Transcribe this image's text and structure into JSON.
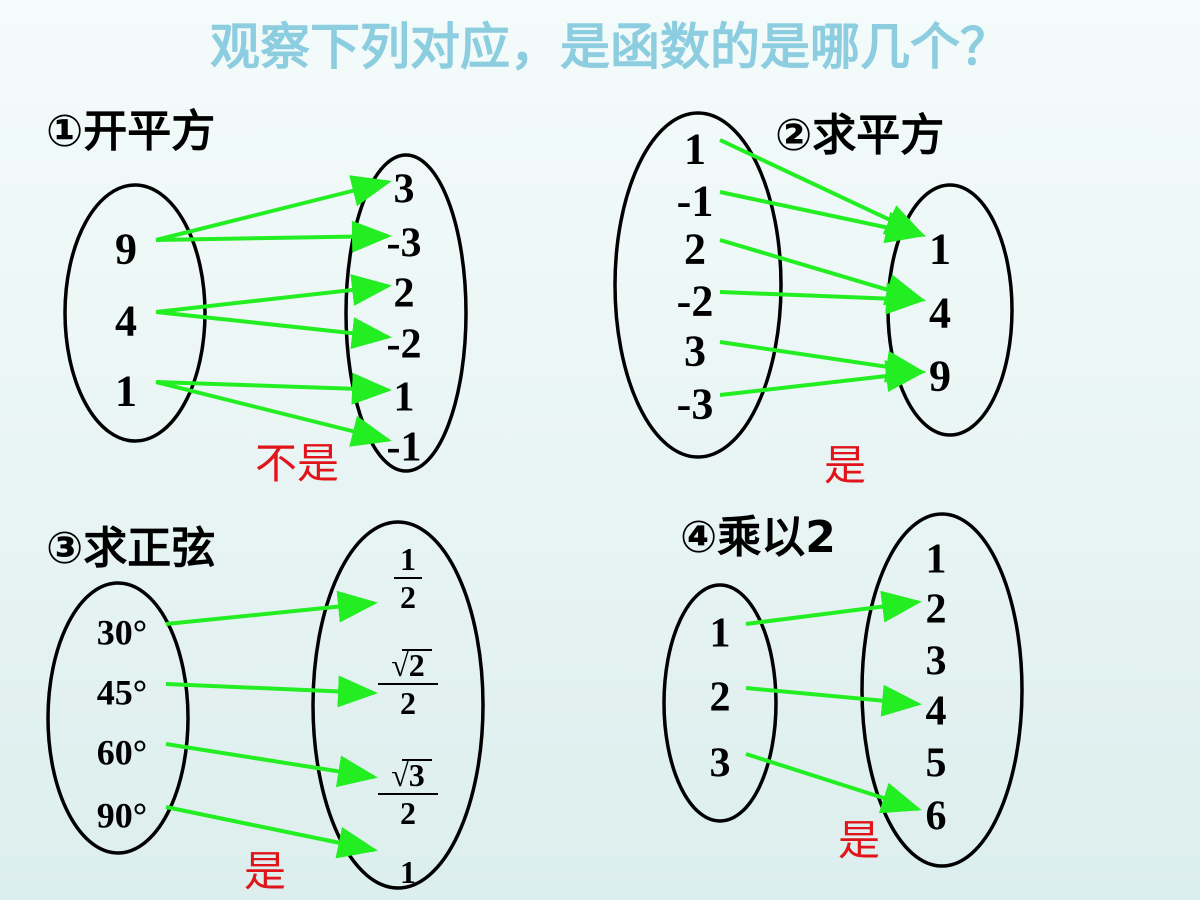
{
  "title": "观察下列对应，是函数的是哪几个？",
  "colors": {
    "arrow": "#22ee22",
    "verdict": "#e0141a",
    "title": "#8ccde0"
  },
  "panels": [
    {
      "heading": "①开平方",
      "domain": [
        "9",
        "4",
        "1"
      ],
      "codomain": [
        "3",
        "-3",
        "2",
        "-2",
        "1",
        "-1"
      ],
      "mappings": [
        [
          0,
          0
        ],
        [
          0,
          1
        ],
        [
          1,
          2
        ],
        [
          1,
          3
        ],
        [
          2,
          4
        ],
        [
          2,
          5
        ]
      ],
      "verdict": "不是"
    },
    {
      "heading": "②求平方",
      "domain": [
        "1",
        "-1",
        "2",
        "-2",
        "3",
        "-3"
      ],
      "codomain": [
        "1",
        "4",
        "9"
      ],
      "mappings": [
        [
          0,
          0
        ],
        [
          1,
          0
        ],
        [
          2,
          1
        ],
        [
          3,
          1
        ],
        [
          4,
          2
        ],
        [
          5,
          2
        ]
      ],
      "verdict": "是"
    },
    {
      "heading": "③求正弦",
      "domain": [
        "30°",
        "45°",
        "60°",
        "90°"
      ],
      "codomain": [
        {
          "num": "1",
          "den": "2"
        },
        {
          "rad": "2",
          "den": "2"
        },
        {
          "rad": "3",
          "den": "2"
        },
        {
          "num": "1"
        }
      ],
      "radical_sign": "√",
      "mappings": [
        [
          0,
          0
        ],
        [
          1,
          1
        ],
        [
          2,
          2
        ],
        [
          3,
          3
        ]
      ],
      "verdict": "是"
    },
    {
      "heading": "④乘以2",
      "domain": [
        "1",
        "2",
        "3"
      ],
      "codomain": [
        "1",
        "2",
        "3",
        "4",
        "5",
        "6"
      ],
      "mappings": [
        [
          0,
          1
        ],
        [
          1,
          3
        ],
        [
          2,
          5
        ]
      ],
      "verdict": "是"
    }
  ]
}
